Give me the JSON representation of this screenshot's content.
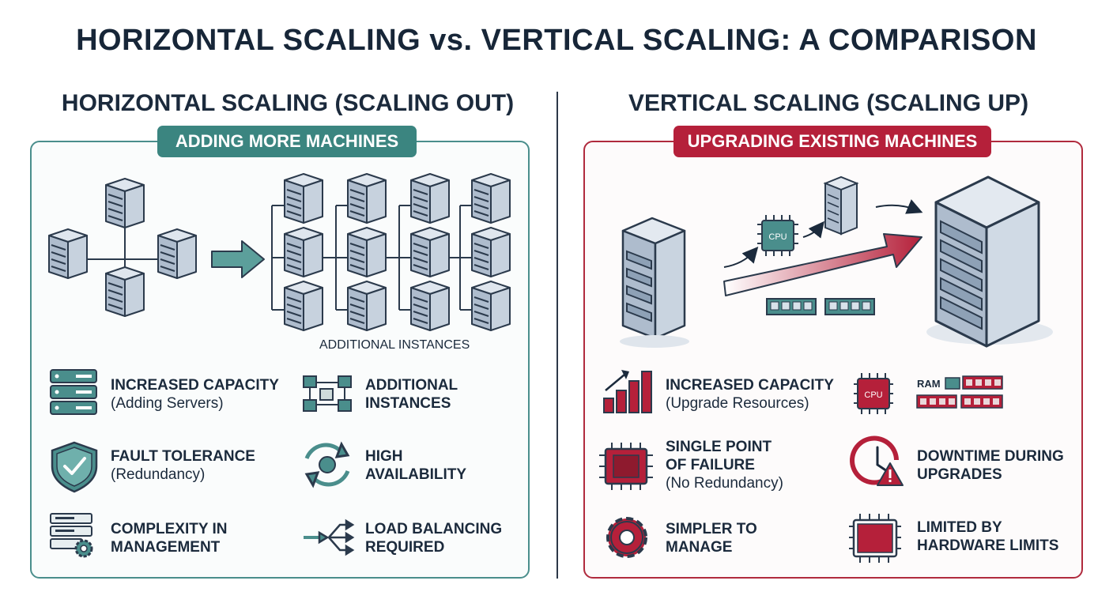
{
  "title": "HORIZONTAL SCALING vs. VERTICAL SCALING: A COMPARISON",
  "horizontal": {
    "heading": "HORIZONTAL SCALING (SCALING OUT)",
    "badge": "ADDING MORE MACHINES",
    "additional_label": "ADDITIONAL INSTANCES",
    "features": [
      {
        "line1": "INCREASED CAPACITY",
        "line2": "",
        "sub": "(Adding Servers)",
        "icon": "server-stack-icon"
      },
      {
        "line1": "ADDITIONAL",
        "line2": "INSTANCES",
        "sub": "",
        "icon": "network-nodes-icon"
      },
      {
        "line1": "FAULT TOLERANCE",
        "line2": "",
        "sub": "(Redundancy)",
        "icon": "shield-check-icon"
      },
      {
        "line1": "HIGH",
        "line2": "AVAILABILITY",
        "sub": "",
        "icon": "cycle-arrows-icon"
      },
      {
        "line1": "COMPLEXITY IN",
        "line2": "MANAGEMENT",
        "sub": "",
        "icon": "server-gear-icon"
      },
      {
        "line1": "LOAD BALANCING",
        "line2": "REQUIRED",
        "sub": "",
        "icon": "split-arrows-icon"
      }
    ]
  },
  "vertical": {
    "heading": "VERTICAL SCALING (SCALING UP)",
    "badge": "UPGRADING EXISTING MACHINES",
    "cpu_label": "CPU",
    "ram_label": "RAM",
    "features": [
      {
        "line1": "INCREASED CAPACITY",
        "line2": "",
        "line3": "",
        "sub": "(Upgrade Resources)",
        "icon": "bar-chart-up-icon"
      },
      {
        "line1": "SINGLE POINT",
        "line2": "OF FAILURE",
        "line3": "",
        "sub": "(No Redundancy)",
        "icon": "chip-icon"
      },
      {
        "line1": "DOWNTIME DURING",
        "line2": "UPGRADES",
        "line3": "",
        "sub": "",
        "icon": "clock-warning-icon"
      },
      {
        "line1": "SIMPLER TO",
        "line2": "MANAGE",
        "line3": "",
        "sub": "",
        "icon": "gear-icon"
      },
      {
        "line1": "LIMITED BY",
        "line2": "HARDWARE LIMITS",
        "line3": "",
        "sub": "",
        "icon": "processor-icon"
      }
    ]
  },
  "colors": {
    "teal": "#3b8580",
    "crimson": "#b5203a",
    "navy": "#1b2a3c"
  }
}
